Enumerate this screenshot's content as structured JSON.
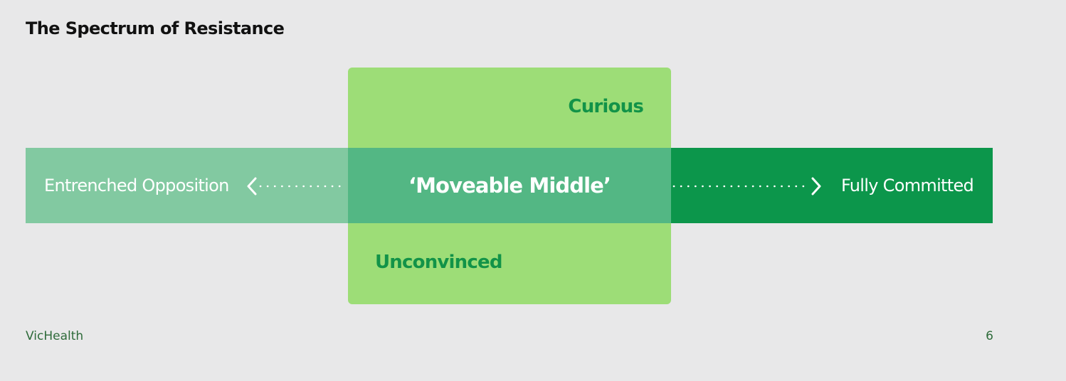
{
  "title": "The Spectrum of Resistance",
  "spectrum": {
    "left_label": "Entrenched Opposition",
    "middle_label": "‘Moveable Middle’",
    "right_label": "Fully Committed",
    "upper_label": "Curious",
    "lower_label": "Unconvinced"
  },
  "footer": {
    "brand": "VicHealth",
    "page_number": "6"
  },
  "colors": {
    "background": "#e8e8e9",
    "left_band": "#82c9a1",
    "right_band": "#0c964b",
    "middle_box": "#9ddd77",
    "middle_overlap": "#53b784",
    "accent_text": "#129348"
  },
  "icons": {
    "left_arrow": "chevron-left-icon",
    "right_arrow": "chevron-right-icon"
  }
}
